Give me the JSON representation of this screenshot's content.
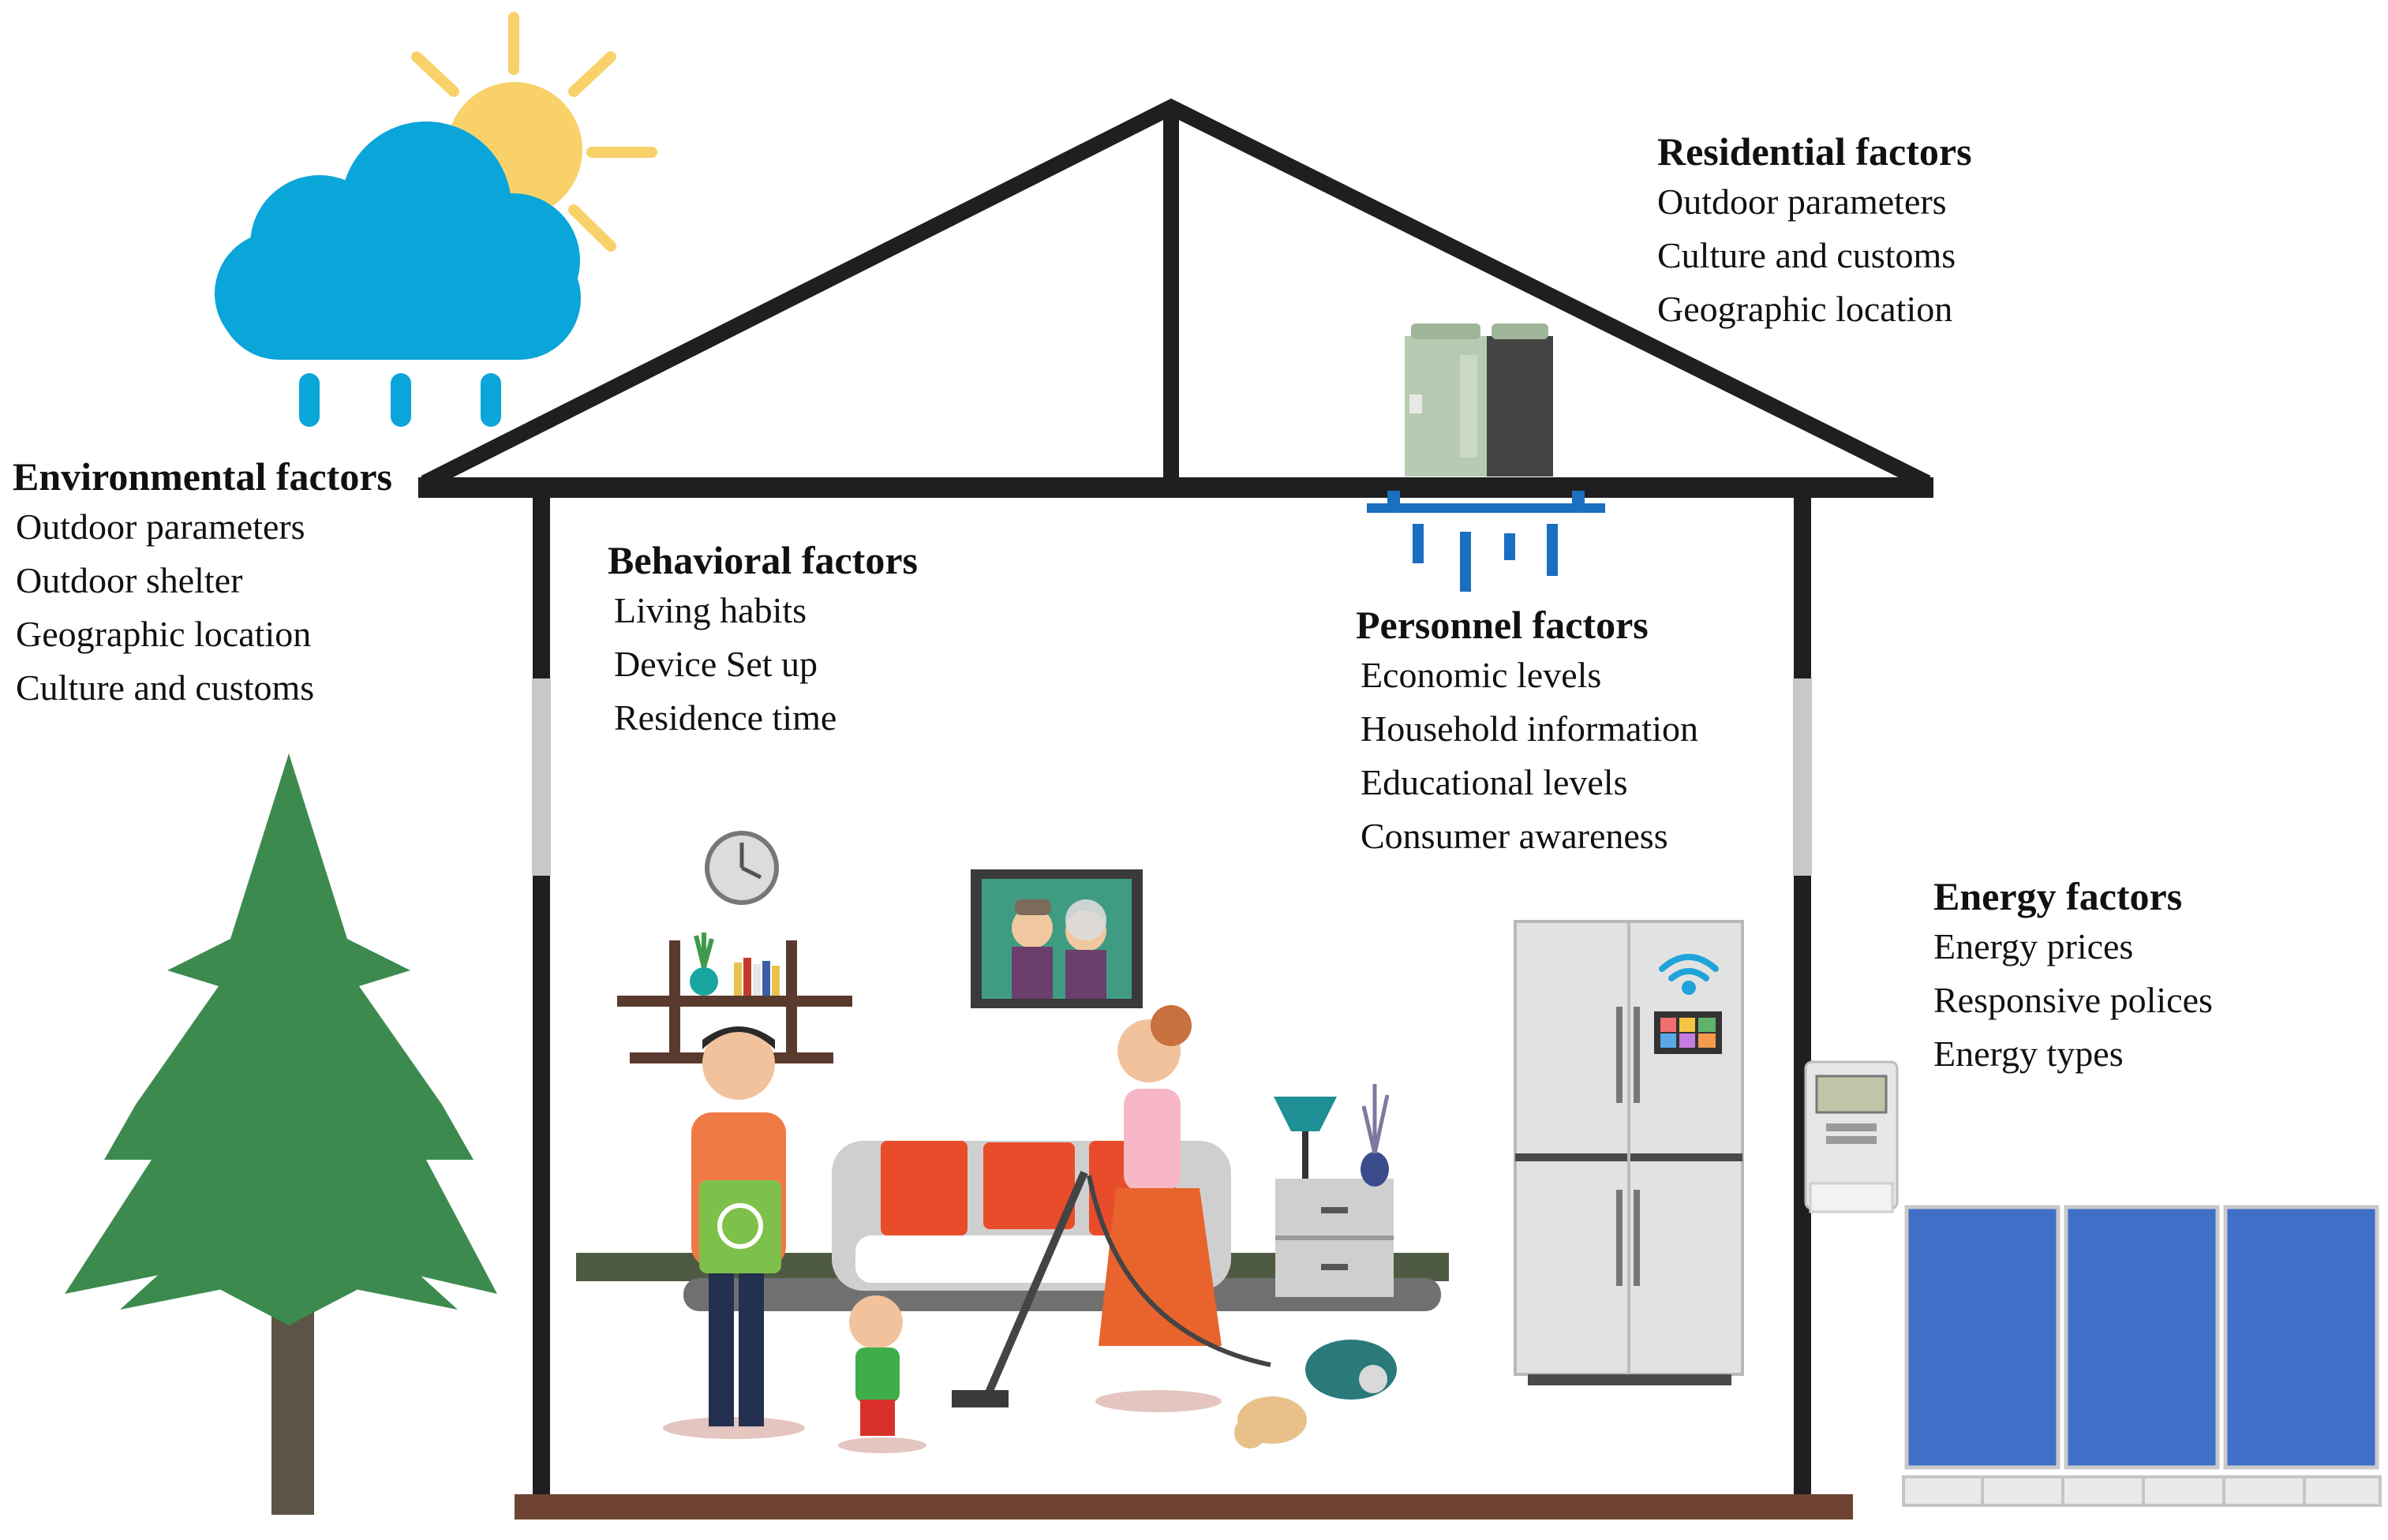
{
  "blocks": {
    "environmental": {
      "heading": "Environmental factors",
      "items": [
        "Outdoor parameters",
        "Outdoor shelter",
        "Geographic location",
        "Culture and customs"
      ]
    },
    "residential": {
      "heading": "Residential factors",
      "items": [
        "Outdoor parameters",
        "Culture and customs",
        "Geographic location"
      ]
    },
    "behavioral": {
      "heading": "Behavioral factors",
      "items": [
        "Living habits",
        "Device Set up",
        "Residence time"
      ]
    },
    "personnel": {
      "heading": "Personnel factors",
      "items": [
        "Economic levels",
        "Household information",
        "Educational levels",
        "Consumer awareness"
      ]
    },
    "energy": {
      "heading": "Energy factors",
      "items": [
        "Energy prices",
        "Responsive polices",
        "Energy types"
      ]
    }
  },
  "icons": [
    "sun-icon",
    "cloud-icon",
    "rain-icon",
    "tree-icon",
    "house-icon",
    "heat-pump-icon",
    "air-vent-icon",
    "clock-icon",
    "shelf-icon",
    "portrait-icon",
    "sofa-icon",
    "lamp-icon",
    "refrigerator-icon",
    "wifi-icon",
    "meter-icon",
    "solar-panel-icon",
    "family-icon",
    "vacuum-icon",
    "cat-icon",
    "recycle-bin-icon"
  ],
  "colors": {
    "outline": "#1f1f1f",
    "sun": "#f8d169",
    "cloud": "#0aa5d9",
    "tree": "#3d8a4f",
    "trunk": "#5c5444",
    "floor": "#6e4330",
    "panel": "#3f6fc7",
    "vent": "#1a6fc0"
  }
}
